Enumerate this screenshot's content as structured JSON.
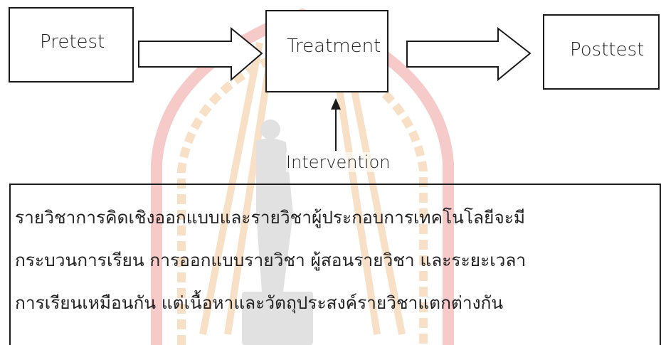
{
  "diagram": {
    "pretest_label": "Pretest",
    "treatment_label": "Treatment",
    "posttest_label": "Posttest",
    "intervention_label": "Intervention"
  },
  "description": {
    "lines": [
      "รายวิชาการคิดเชิงออกแบบและรายวิชาผู้ประกอบการเทคโนโลยีจะมี",
      "กระบวนการเรียน การออกแบบรายวิชา ผู้สอนรายวิชา และระยะเวลา",
      "การเรียนเหมือนกัน แต่เนื้อหาและวัตถุประสงค์รายวิชาแตกต่างกัน"
    ]
  },
  "watermark": {
    "colors": {
      "arch_orange": "#f3c79a",
      "arch_red": "#f2a0a0",
      "figure_gray": "#c9c9c9"
    }
  }
}
